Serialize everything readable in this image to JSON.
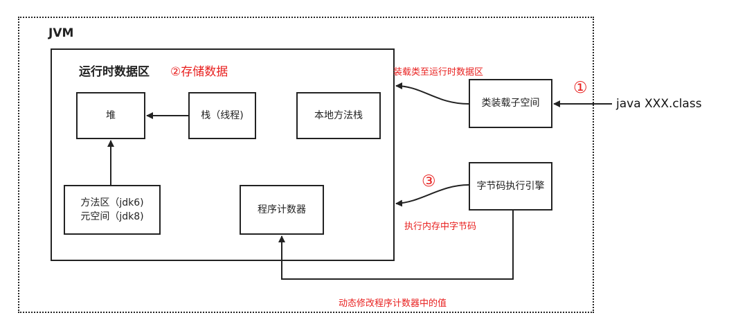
{
  "diagram": {
    "jvm_label": "JVM",
    "runtime_area": {
      "title": "运行时数据区",
      "note": "②存储数据"
    },
    "boxes": {
      "heap": "堆",
      "stack": "栈（线程)",
      "native_method_stack": "本地方法栈",
      "method_area_line1": "方法区（jdk6)",
      "method_area_line2": "元空间（jdk8)",
      "program_counter": "程序计数器",
      "class_loader": "类装载子空间",
      "execution_engine": "字节码执行引擎"
    },
    "input_class": "java XXX.class",
    "annotations": {
      "load_classes": "装载类至运行时数据区",
      "execute_bytecode": "执行内存中字节码",
      "modify_pc": "动态修改程序计数器中的值",
      "step_1": "①",
      "step_3": "③"
    },
    "colors": {
      "annotation_red": "#e8201f",
      "stroke": "#222222"
    }
  }
}
